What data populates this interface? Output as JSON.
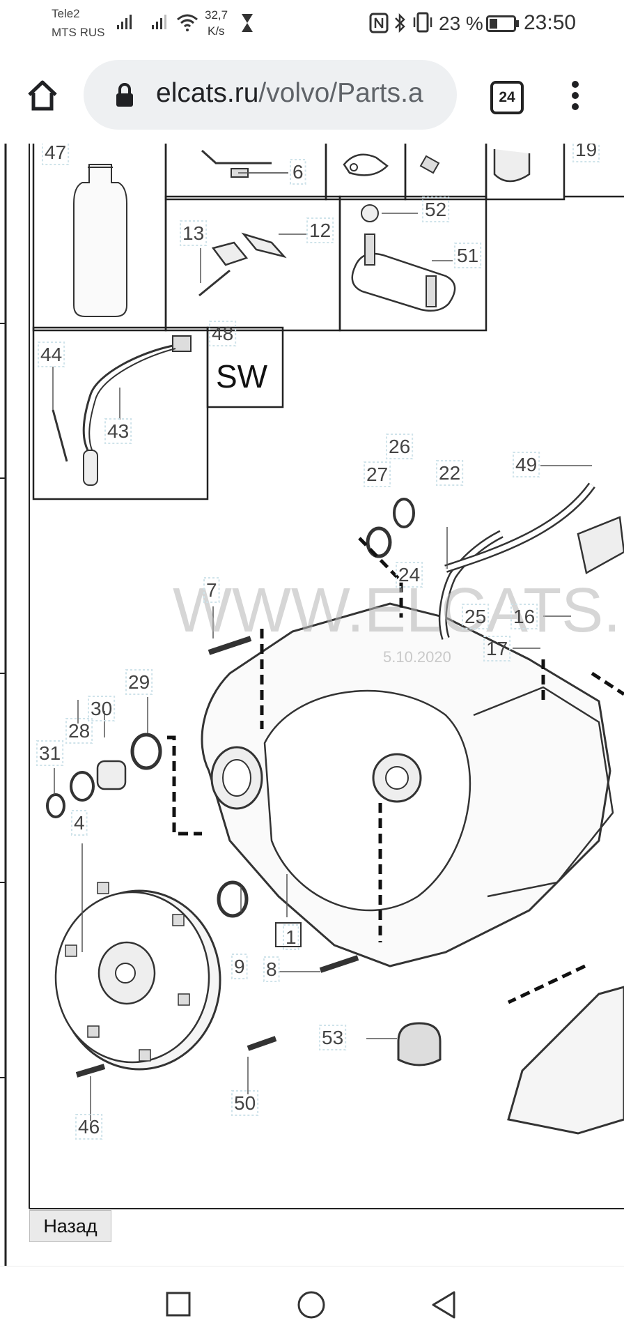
{
  "status_bar": {
    "carrier1": "Tele2",
    "carrier2": "MTS RUS",
    "speed_value": "32,7",
    "speed_unit": "K/s",
    "battery": "23 %",
    "time": "23:50"
  },
  "browser": {
    "url_domain": "elcats.ru",
    "url_path": "/volvo/Parts.a",
    "tab_count": "24"
  },
  "diagram": {
    "watermark": "WWW.ELCATS.R",
    "watermark_date": "5.10.2020",
    "callouts": [
      "47",
      "6",
      "19",
      "13",
      "12",
      "52",
      "51",
      "44",
      "43",
      "48",
      "SW",
      "26",
      "27",
      "22",
      "49",
      "24",
      "7",
      "25",
      "16",
      "17",
      "29",
      "30",
      "28",
      "31",
      "4",
      "1",
      "9",
      "8",
      "53",
      "50",
      "46"
    ]
  },
  "page": {
    "back_label": "Назад"
  },
  "icons": {
    "home": "home-icon",
    "lock": "lock-icon",
    "menu": "more-vert-icon",
    "nav_square": "recents-icon",
    "nav_circle": "home-circle-icon",
    "nav_back": "back-triangle-icon"
  }
}
